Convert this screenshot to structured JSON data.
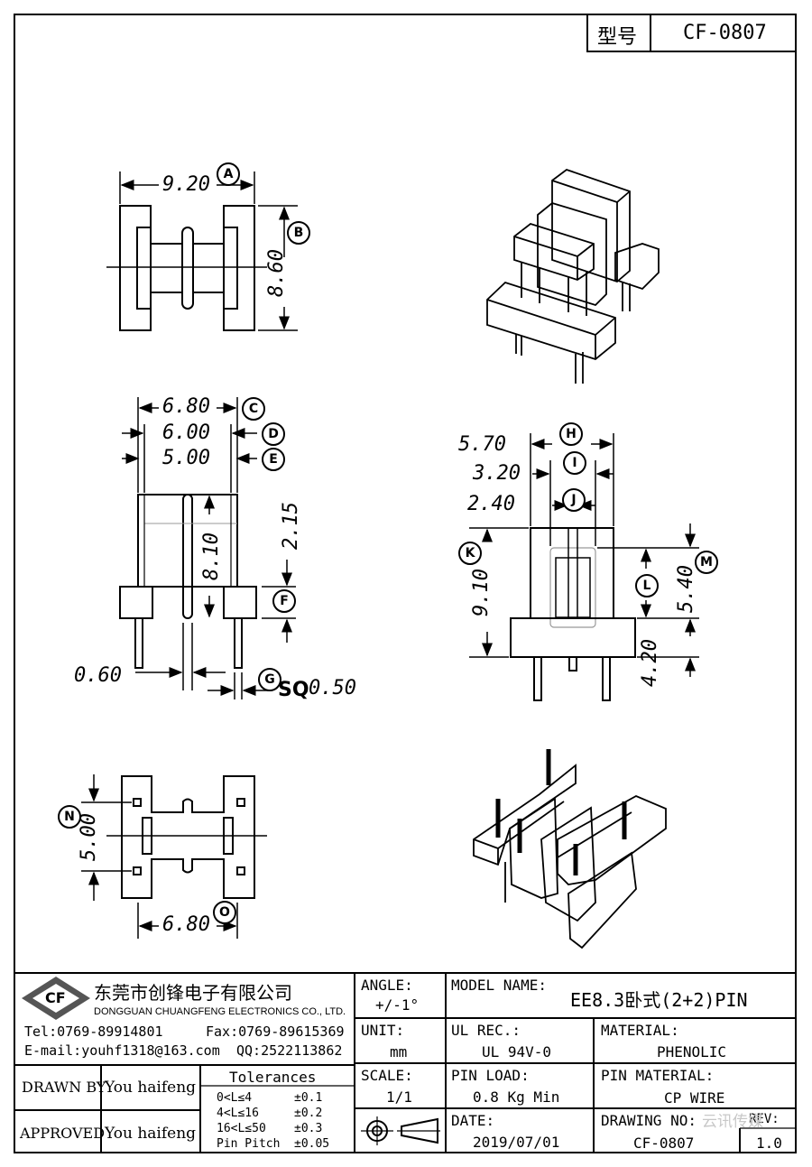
{
  "header": {
    "model_label": "型号",
    "model_value": "CF-0807"
  },
  "dims": {
    "a_val": "9.20",
    "a_tag": "A",
    "b_val": "8.60",
    "b_tag": "B",
    "c_val": "6.80",
    "c_tag": "C",
    "d_val": "6.00",
    "d_tag": "D",
    "e_val": "5.00",
    "e_tag": "E",
    "f_val": "2.15",
    "f_tag": "F",
    "inner_h": "8.10",
    "g_left": "0.60",
    "g_tag": "G",
    "g_sq": "SQ",
    "g_val": "0.50",
    "h_val": "5.70",
    "h_tag": "H",
    "i_val": "3.20",
    "i_tag": "I",
    "j_val": "2.40",
    "j_tag": "J",
    "k_val": "9.10",
    "k_tag": "K",
    "l_tag": "L",
    "m_val": "5.40",
    "m_tag": "M",
    "base_h": "4.20",
    "n_val": "5.00",
    "n_tag": "N",
    "o_val": "6.80",
    "o_tag": "O"
  },
  "title_block": {
    "company_cn": "东莞市创锋电子有限公司",
    "company_en": "DONGGUAN CHUANGFENG ELECTRONICS CO., LTD.",
    "logo": "CF",
    "tel": "Tel:0769-89914801",
    "fax": "Fax:0769-89615369",
    "email": "E-mail:youhf1318@163.com",
    "qq": "QQ:2522113862",
    "drawn_by_label": "DRAWN BY",
    "drawn_by": "You haifeng",
    "approved_label": "APPROVED",
    "approved_by": "You haifeng",
    "tol_title": "Tolerances",
    "tol": [
      {
        "range": "0<L≤4",
        "val": "±0.1"
      },
      {
        "range": "4<L≤16",
        "val": "±0.2"
      },
      {
        "range": "16<L≤50",
        "val": "±0.3"
      },
      {
        "range": "Pin Pitch",
        "val": "±0.05"
      }
    ],
    "angle_label": "ANGLE:",
    "angle_val": "+/-1°",
    "unit_label": "UNIT:",
    "unit_val": "mm",
    "scale_label": "SCALE:",
    "scale_val": "1/1",
    "model_name_label": "MODEL NAME:",
    "model_name": "EE8.3卧式(2+2)PIN",
    "ul_label": "UL REC.:",
    "ul_val": "UL 94V-0",
    "material_label": "MATERIAL:",
    "material_val": "PHENOLIC",
    "pinload_label": "PIN LOAD:",
    "pinload_val": "0.8 Kg Min",
    "pinmat_label": "PIN MATERIAL:",
    "pinmat_val": "CP WIRE",
    "date_label": "DATE:",
    "date_val": "2019/07/01",
    "drawing_no_label": "DRAWING NO:",
    "drawing_no": "CF-0807",
    "rev_label": "REV:",
    "rev_val": "1.0",
    "watermark": "云讯传媒"
  }
}
